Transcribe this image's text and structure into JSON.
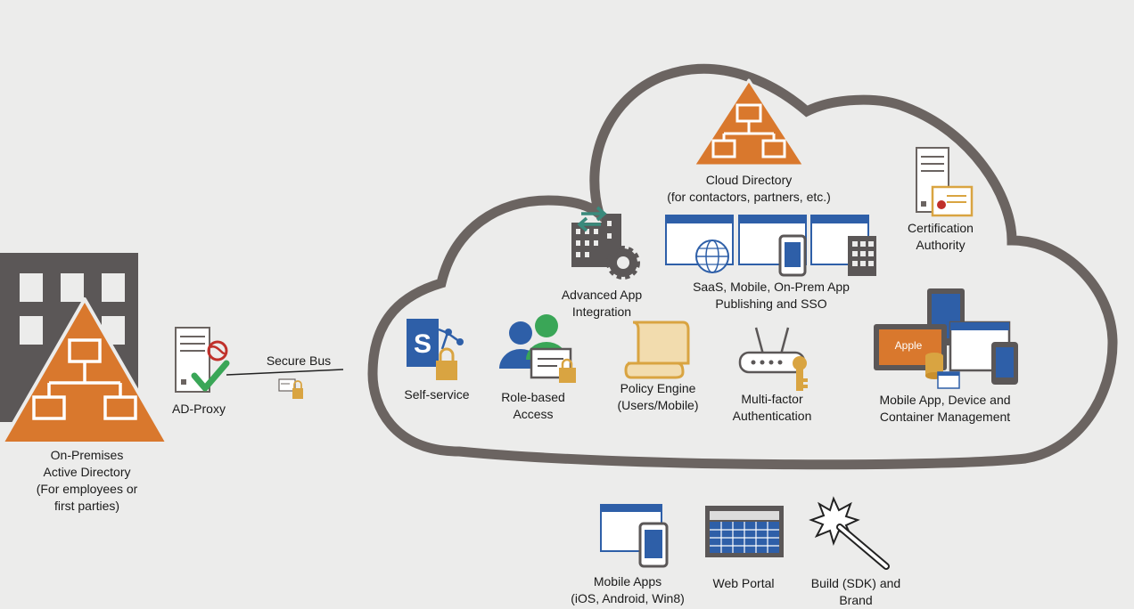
{
  "on_premises": {
    "line1": "On-Premises",
    "line2": "Active Directory",
    "line3": "(For employees or",
    "line4": "first parties)"
  },
  "ad_proxy": {
    "label": "AD-Proxy"
  },
  "secure_bus": {
    "label": "Secure Bus"
  },
  "cloud_directory": {
    "line1": "Cloud Directory",
    "line2": "(for contactors, partners, etc.)"
  },
  "certification_authority": {
    "line1": "Certification",
    "line2": "Authority"
  },
  "advanced_app": {
    "line1": "Advanced App",
    "line2": "Integration"
  },
  "saas": {
    "line1": "SaaS, Mobile, On-Prem App",
    "line2": "Publishing and SSO"
  },
  "self_service": {
    "label": "Self-service"
  },
  "role_based": {
    "line1": "Role-based",
    "line2": "Access"
  },
  "policy_engine": {
    "line1": "Policy Engine",
    "line2": "(Users/Mobile)"
  },
  "mfa": {
    "line1": "Multi-factor",
    "line2": "Authentication"
  },
  "mobile_mgmt": {
    "line1": "Mobile App, Device and",
    "line2": "Container Management",
    "tablet_text": "Apple"
  },
  "mobile_apps": {
    "line1": "Mobile Apps",
    "line2": "(iOS, Android, Win8)"
  },
  "web_portal": {
    "label": "Web Portal"
  },
  "build_sdk": {
    "line1": "Build (SDK) and",
    "line2": "Brand"
  },
  "colors": {
    "orange": "#d9782d",
    "blue": "#2e5fa8",
    "cloud": "#6b6461",
    "gray": "#5b5757",
    "gold": "#d9a441",
    "green": "#3aa657",
    "red": "#c0302a"
  }
}
